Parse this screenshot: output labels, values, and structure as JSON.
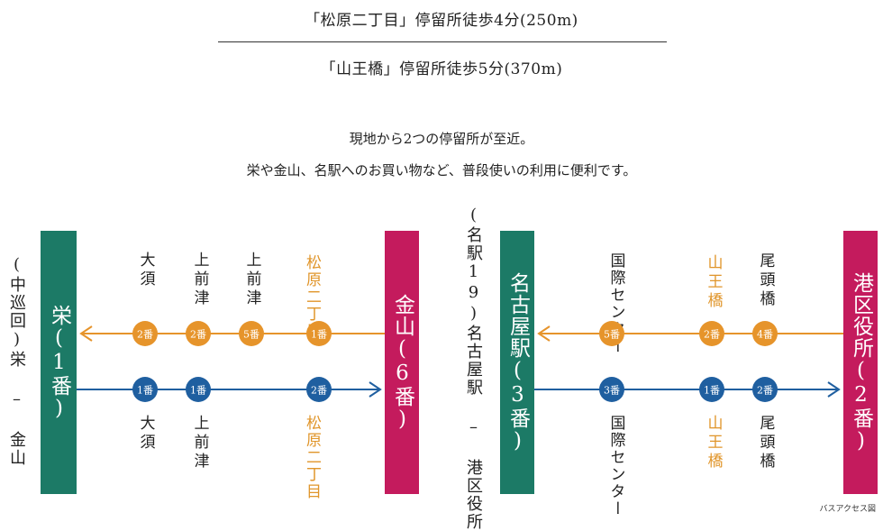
{
  "header": {
    "line1": "「松原二丁目」停留所徒歩4分(250m)",
    "line2": "「山王橋」停留所徒歩5分(370m)"
  },
  "intro": {
    "line1": "現地から2つの停留所が至近。",
    "line2": "栄や金山、名駅へのお買い物など、普段使いの利用に便利です。"
  },
  "colors": {
    "green": "#1c7a66",
    "magenta": "#c41b5d",
    "orange": "#e6942b",
    "blue": "#1f5fa0"
  },
  "left_diagram": {
    "route_label": "(中巡回)栄 – 金山",
    "terminal_left": "栄(1番)",
    "terminal_right": "金山(6番)",
    "top_stops": [
      "大須",
      "上前津",
      "上前津",
      "松原二丁目"
    ],
    "orange_badges": [
      "2番",
      "2番",
      "5番",
      "1番"
    ],
    "blue_badges": [
      "1番",
      "1番",
      "2番"
    ],
    "bottom_stops": [
      "大須",
      "上前津",
      "松原二丁目"
    ]
  },
  "right_diagram": {
    "route_label": "(名駅19)名古屋駅 – 港区役所",
    "terminal_left": "名古屋駅(3番)",
    "terminal_right": "港区役所(2番)",
    "top_stops": [
      "国際センター",
      "山王橋",
      "尾頭橋"
    ],
    "orange_badges": [
      "5番",
      "2番",
      "4番"
    ],
    "blue_badges": [
      "3番",
      "1番",
      "2番"
    ],
    "bottom_stops": [
      "国際センター",
      "山王橋",
      "尾頭橋"
    ]
  },
  "footnote": "バスアクセス図"
}
